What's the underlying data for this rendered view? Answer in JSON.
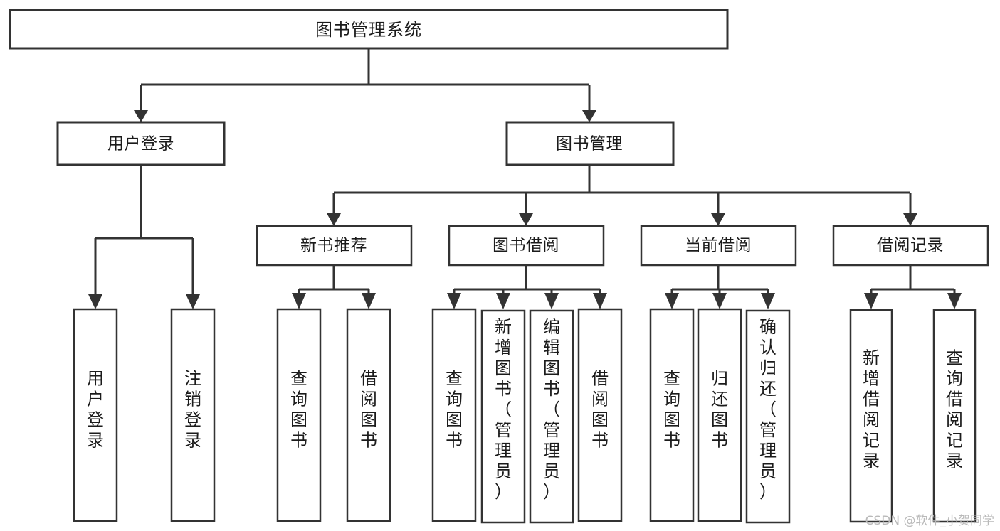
{
  "diagram": {
    "kind": "tree-hierarchy-chart",
    "root": {
      "id": "root",
      "label": "图书管理系统"
    },
    "level1": [
      {
        "id": "user-login",
        "label": "用户登录"
      },
      {
        "id": "book-manage",
        "label": "图书管理"
      }
    ],
    "level2": [
      {
        "id": "new-book-recommend",
        "label": "新书推荐",
        "parent": "book-manage"
      },
      {
        "id": "book-borrow",
        "label": "图书借阅",
        "parent": "book-manage"
      },
      {
        "id": "current-borrow",
        "label": "当前借阅",
        "parent": "book-manage"
      },
      {
        "id": "borrow-record",
        "label": "借阅记录",
        "parent": "book-manage"
      }
    ],
    "leaves": [
      {
        "id": "leaf-user-login",
        "label": "用户登录",
        "parent": "user-login"
      },
      {
        "id": "leaf-user-logout",
        "label": "注销登录",
        "parent": "user-login"
      },
      {
        "id": "leaf-query-book-1",
        "label": "查询图书",
        "parent": "new-book-recommend"
      },
      {
        "id": "leaf-borrow-book-1",
        "label": "借阅图书",
        "parent": "new-book-recommend"
      },
      {
        "id": "leaf-query-book-2",
        "label": "查询图书",
        "parent": "book-borrow"
      },
      {
        "id": "leaf-add-book",
        "label": "新增图书（管理员）",
        "parent": "book-borrow"
      },
      {
        "id": "leaf-edit-book",
        "label": "编辑图书（管理员）",
        "parent": "book-borrow"
      },
      {
        "id": "leaf-borrow-book-2",
        "label": "借阅图书",
        "parent": "book-borrow"
      },
      {
        "id": "leaf-query-book-3",
        "label": "查询图书",
        "parent": "current-borrow"
      },
      {
        "id": "leaf-return-book",
        "label": "归还图书",
        "parent": "current-borrow"
      },
      {
        "id": "leaf-confirm-return",
        "label": "确认归还（管理员）",
        "parent": "current-borrow"
      },
      {
        "id": "leaf-add-record",
        "label": "新增借阅记录",
        "parent": "borrow-record"
      },
      {
        "id": "leaf-query-record",
        "label": "查询借阅记录",
        "parent": "borrow-record"
      }
    ],
    "colors": {
      "stroke": "#333333",
      "fill": "#ffffff",
      "text": "#1b1b1b",
      "watermark": "#b9b9b9"
    }
  },
  "watermark": {
    "text": "CSDN @软件_小贺同学"
  }
}
